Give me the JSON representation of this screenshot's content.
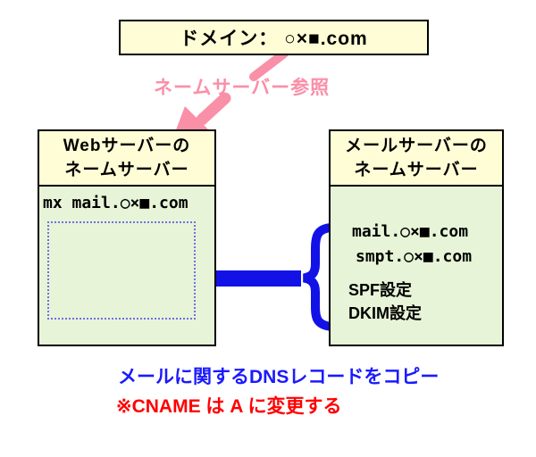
{
  "colors": {
    "header_cream": "#FFFDD6",
    "body_green": "#E7F4D7",
    "pink": "#FA8FA8",
    "arrow_blue": "#1212E6",
    "note_blue": "#1A1AFF",
    "note_red": "#FF0000",
    "dashed_border_blue": "#7070E8",
    "box_border": "#000000"
  },
  "domain_box": {
    "label": "ドメイン： ○×■.com"
  },
  "nameserver_ref_label": "ネームサーバー参照",
  "web_ns_box": {
    "title_line1": "Webサーバーの",
    "title_line2": "ネームサーバー",
    "record": "mx mail.○×■.com"
  },
  "mail_ns_box": {
    "title_line1": "メールサーバーの",
    "title_line2": "ネームサーバー",
    "records": [
      "mail.○×■.com",
      "smpt.○×■.com",
      "SPF設定",
      "DKIM設定"
    ]
  },
  "icons": {
    "copy_arrow": "left-block-arrow",
    "brace": "left-curly-brace",
    "nameserver_ref_arrow": "pink-diagonal-arrow"
  },
  "notes": {
    "copy_note": "メールに関するDNSレコードをコピー",
    "cname_note": "※CNAME は A に変更する"
  }
}
